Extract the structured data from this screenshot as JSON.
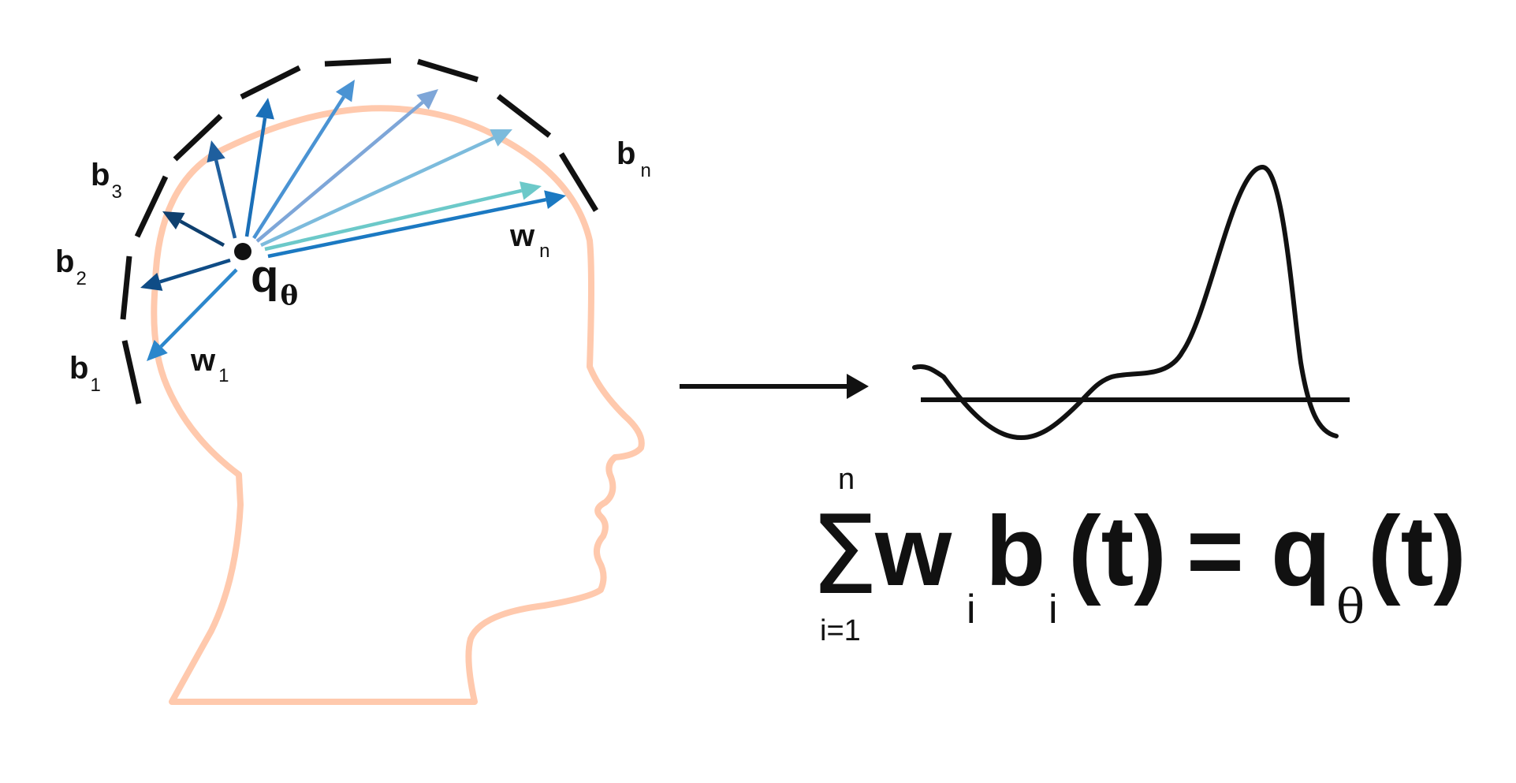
{
  "labels": {
    "b1": {
      "base": "b",
      "sub": "1"
    },
    "b2": {
      "base": "b",
      "sub": "2"
    },
    "b3": {
      "base": "b",
      "sub": "3"
    },
    "bn": {
      "base": "b",
      "sub": "n"
    },
    "w1": {
      "base": "w",
      "sub": "1"
    },
    "wn": {
      "base": "w",
      "sub": "n"
    },
    "q": {
      "base": "q",
      "sub": "θ"
    }
  },
  "equation": {
    "sigma": "Σ",
    "upper_limit": "n",
    "lower_limit": "i=1",
    "w": "w",
    "w_sub": "i",
    "b": "b",
    "b_sub": "i",
    "lhs_arg": "(t)",
    "equals": "=",
    "q": "q",
    "q_sub": "θ",
    "rhs_arg": "(t)"
  },
  "colors": {
    "head_outline": "#ffc9ad",
    "basis_segments": "#111111",
    "arrow_palette": [
      "#0e3f6e",
      "#0f4c86",
      "#1f5f9e",
      "#1a6fb8",
      "#1b79c2",
      "#2c87cc",
      "#4a93d3",
      "#7ea6d8",
      "#7cbbdc",
      "#6cc9c9"
    ],
    "curve": "#111111"
  }
}
